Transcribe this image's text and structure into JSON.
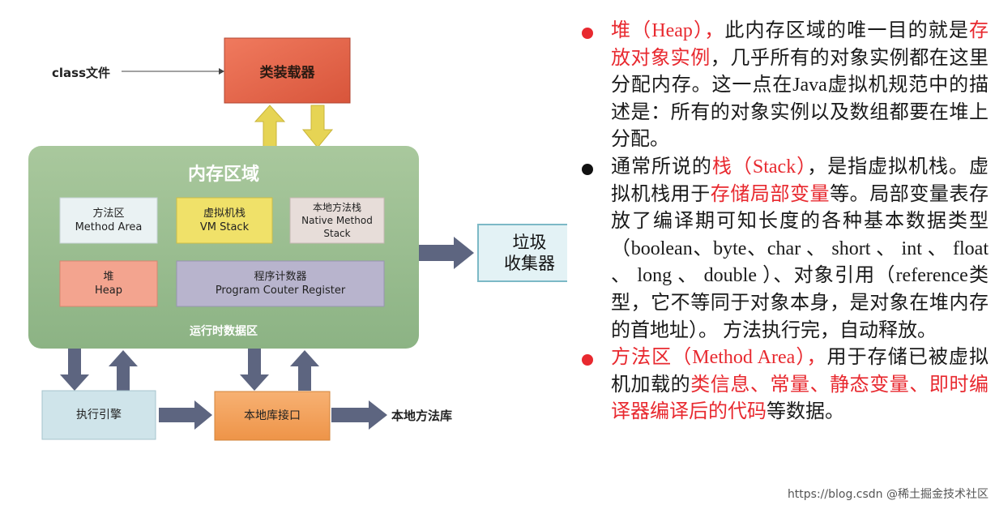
{
  "diagram": {
    "class_file": "class文件",
    "class_loader": "类装载器",
    "memory_area": "内存区域",
    "method_area": [
      "方法区",
      "Method Area"
    ],
    "vm_stack": [
      "虚拟机栈",
      "VM Stack"
    ],
    "native_stack": [
      "本地方法栈",
      "Native Method",
      "Stack"
    ],
    "heap": [
      "堆",
      "Heap"
    ],
    "pc_register": [
      "程序计数器",
      "Program Couter Register"
    ],
    "runtime_data_area": "运行时数据区",
    "gc": [
      "垃圾",
      "收集器"
    ],
    "execution_engine": "执行引擎",
    "native_interface": "本地库接口",
    "native_library": "本地方法库"
  },
  "bullets": [
    {
      "dot_color": "#e8292f",
      "parts": [
        {
          "text": "堆（Heap），",
          "red": true
        },
        {
          "text": "此内存区域的唯一目的就是",
          "red": false
        },
        {
          "text": "存放对象实例",
          "red": true
        },
        {
          "text": "，几乎所有的对象实例都在这里分配内存。这一点在Java虚拟机规范中的描述是：所有的对象实例以及数组都要在堆上分配。",
          "red": false
        }
      ]
    },
    {
      "dot_color": "#111111",
      "parts": [
        {
          "text": "通常所说的",
          "red": false
        },
        {
          "text": "栈（Stack）",
          "red": true
        },
        {
          "text": "，是指虚拟机栈。虚拟机栈用于",
          "red": false
        },
        {
          "text": "存储局部变量",
          "red": true
        },
        {
          "text": "等。局部变量表存放了编译期可知长度的各种基本数据类型（boolean、byte、char 、 short 、 int 、 float 、 long 、 double ）、对象引用（reference类型，它不等同于对象本身，是对象在堆内存的首地址）。 方法执行完，自动释放。",
          "red": false
        }
      ]
    },
    {
      "dot_color": "#e8292f",
      "parts": [
        {
          "text": "方法区（Method Area），",
          "red": true
        },
        {
          "text": "用于存储已被虚拟机加载的",
          "red": false
        },
        {
          "text": "类信息、常量、静态变量、即时编译器编译后的代码",
          "red": true
        },
        {
          "text": "等数据。",
          "red": false
        }
      ]
    }
  ],
  "watermark": "https://blog.csdn @稀土掘金技术社区"
}
